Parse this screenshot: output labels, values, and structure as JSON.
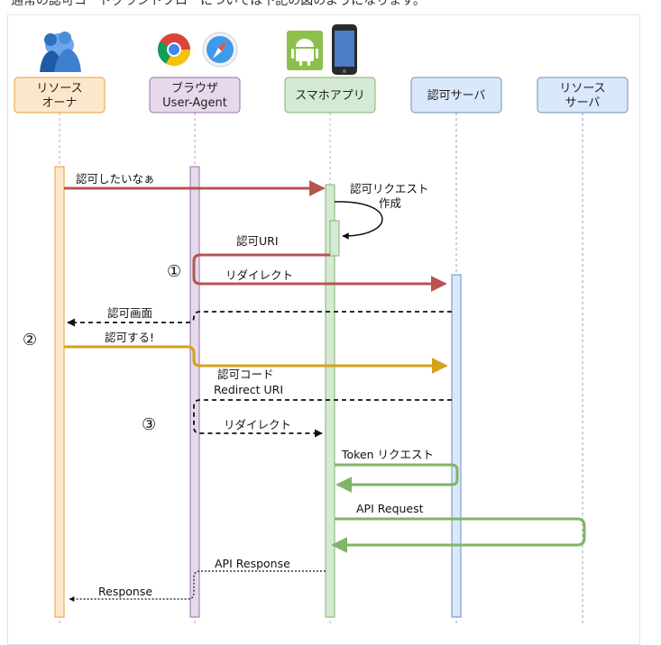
{
  "caption": "通常の認可コードグラントフローについては下記の図のようになります。",
  "participants": [
    {
      "id": "owner",
      "line1": "リソース",
      "line2": "オーナ",
      "fill": "#fde7cc",
      "stroke": "#e0a040"
    },
    {
      "id": "browser",
      "line1": "ブラウザ",
      "line2": "User-Agent",
      "fill": "#e6d9ec",
      "stroke": "#9673a6"
    },
    {
      "id": "app",
      "line1": "スマホアプリ",
      "line2": "",
      "fill": "#d5ead4",
      "stroke": "#82b366"
    },
    {
      "id": "authz",
      "line1": "認可サーバ",
      "line2": "",
      "fill": "#dae8fc",
      "stroke": "#6c8ebf"
    },
    {
      "id": "resource",
      "line1": "リソース",
      "line2": "サーバ",
      "fill": "#dae8fc",
      "stroke": "#6c8ebf"
    }
  ],
  "messages": {
    "want_auth": "認可したいなぁ",
    "auth_request_1": "認可リクエスト",
    "auth_request_2": "作成",
    "auth_uri": "認可URI",
    "redirect1": "リダイレクト",
    "auth_screen": "認可画面",
    "authorize": "認可する!",
    "auth_code_1": "認可コード",
    "auth_code_2": "Redirect URI",
    "redirect2": "リダイレクト",
    "token_request": "Token リクエスト",
    "api_request": "API Request",
    "api_response": "API Response",
    "response": "Response"
  },
  "steps": [
    "①",
    "②",
    "③"
  ],
  "icons": [
    "users-icon",
    "chrome-icon",
    "safari-icon",
    "android-icon",
    "iphone-icon"
  ],
  "colors": {
    "red": "#b85450",
    "gold": "#d6a21b",
    "green": "#82b366",
    "black": "#111111"
  }
}
